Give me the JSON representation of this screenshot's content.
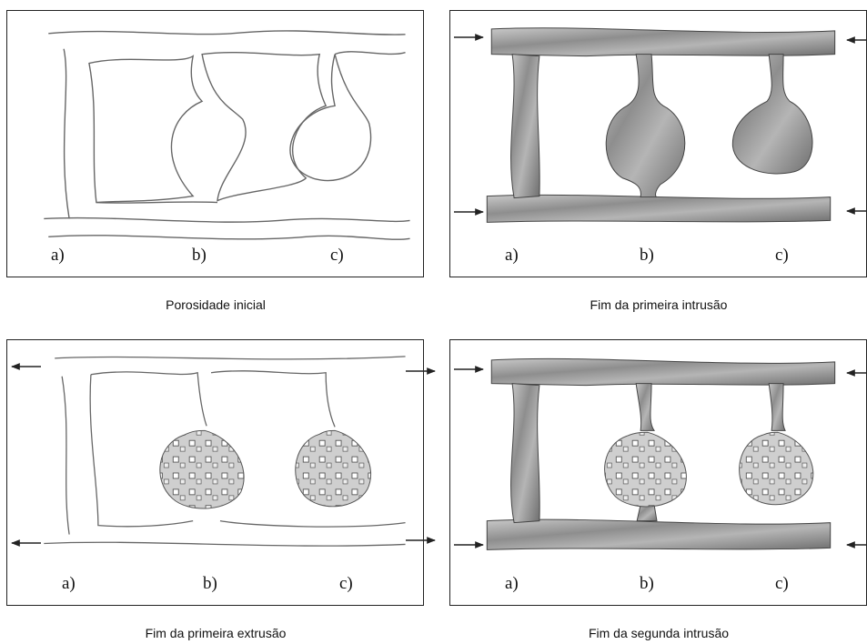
{
  "panels": [
    {
      "caption": "Porosidade inicial",
      "labels": [
        "a)",
        "b)",
        "c)"
      ]
    },
    {
      "caption": "Fim da primeira intrusão",
      "labels": [
        "a)",
        "b)",
        "c)"
      ]
    },
    {
      "caption": "Fim da primeira extrusão",
      "labels": [
        "a)",
        "b)",
        "c)"
      ]
    },
    {
      "caption": "Fim da segunda intrusão",
      "labels": [
        "a)",
        "b)",
        "c)"
      ]
    }
  ],
  "colors": {
    "outline": "#555555",
    "mercury_fill": "#9a9a9a",
    "trapped_fill": "#c8c8c8",
    "frame": "#222222"
  },
  "arrows": {
    "panel2": "inward",
    "panel3": "outward",
    "panel4": "inward"
  }
}
